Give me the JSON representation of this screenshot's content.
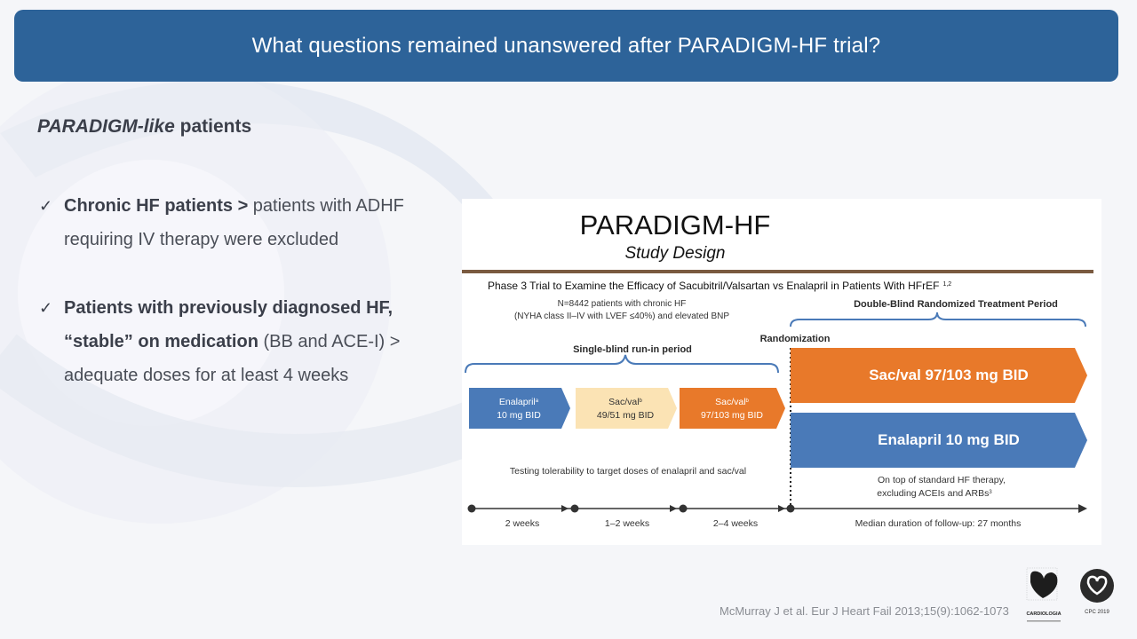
{
  "slide": {
    "header": "What questions remained unanswered after PARADIGM-HF trial?",
    "subtitle_italic": "PARADIGM-like",
    "subtitle_rest": " patients",
    "bullets": [
      {
        "bold": "Chronic HF patients >",
        "rest": " patients with ADHF requiring IV therapy were excluded"
      },
      {
        "bold": "Patients with previously diagnosed HF, “stable” on medication",
        "rest": " (BB and ACE-I) > adequate doses for at least 4 weeks"
      }
    ],
    "citation": "McMurray J et al. Eur J Heart Fail 2013;15(9):1062-1073"
  },
  "figure": {
    "title": "PARADIGM-HF",
    "subtitle": "Study Design",
    "phase_heading": "Phase 3 Trial to Examine the Efficacy of Sacubitril/Valsartan vs Enalapril in Patients With HFrEF",
    "phase_sup": "1,2",
    "population_line1": "N=8442 patients with chronic HF",
    "population_line2": "(NYHA class II–IV with LVEF ≤40%) and elevated BNP",
    "randomization": "Randomization",
    "run_in_label": "Single-blind run-in period",
    "treatment_label": "Double-Blind Randomized Treatment Period",
    "arm_sacval": "Sac/val 97/103 mg BID",
    "arm_enalapril": "Enalapril 10 mg BID",
    "runin_steps": [
      {
        "line1": "Enalapril",
        "sup": "a",
        "line2": "10 mg BID",
        "color": "#4a7ab8"
      },
      {
        "line1": "Sac/val",
        "sup": "b",
        "line2": "49/51 mg BID",
        "color": "#fbe3b4"
      },
      {
        "line1": "Sac/val",
        "sup": "b",
        "line2": "97/103 mg BID",
        "color": "#e8792a"
      }
    ],
    "tolerability": "Testing tolerability to target doses of enalapril and sac/val",
    "background_line1": "On top of standard HF therapy,",
    "background_line2": "excluding ACEIs and ARBs",
    "background_sup": "3",
    "durations": [
      "2 weeks",
      "1–2 weeks",
      "2–4 weeks"
    ],
    "followup": "Median duration of follow-up: 27 months",
    "colors": {
      "blue": "#4a7ab8",
      "orange": "#e8792a",
      "peach": "#fbe3b4",
      "bracket": "#4a7ab8",
      "rule": "#7a5a40"
    }
  },
  "logos": {
    "logo1_text": "CARDIOLOGIA",
    "logo2_text": "CPC 2019"
  }
}
